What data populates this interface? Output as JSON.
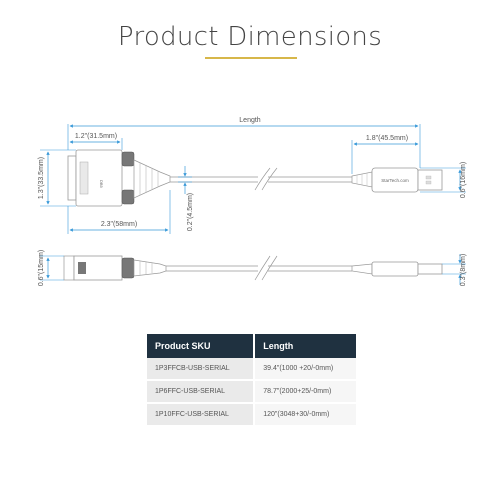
{
  "title": "Product Dimensions",
  "colors": {
    "accent_bar": "#d7b74a",
    "dimension_lines": "#3a9ad9",
    "table_header": "#1f3140"
  },
  "dimensions": {
    "length": "Length",
    "db9_width": "1.2\"(31.5mm)",
    "usb_length": "1.8\"(45.5mm)",
    "db9_height": "1.3\"(33.5mm)",
    "db9_depth": "2.3\"(58mm)",
    "cable_diameter": "0.2\"(4.5mm)",
    "usb_height": "0.6\"(16mm)",
    "db9_side_height": "0.6\"(15mm)",
    "usb_side_height": "0.3\"(8mm)"
  },
  "connector_text": {
    "usb_brand": "StarTech.com",
    "db9_label": "DB9"
  },
  "table": {
    "headers": [
      "Product SKU",
      "Length"
    ],
    "rows": [
      [
        "1P3FFCB-USB-SERIAL",
        "39.4\"(1000 +20/-0mm)"
      ],
      [
        "1P6FFC-USB-SERIAL",
        "78.7\"(2000+25/-0mm)"
      ],
      [
        "1P10FFC-USB-SERIAL",
        "120\"(3048+30/-0mm)"
      ]
    ]
  }
}
